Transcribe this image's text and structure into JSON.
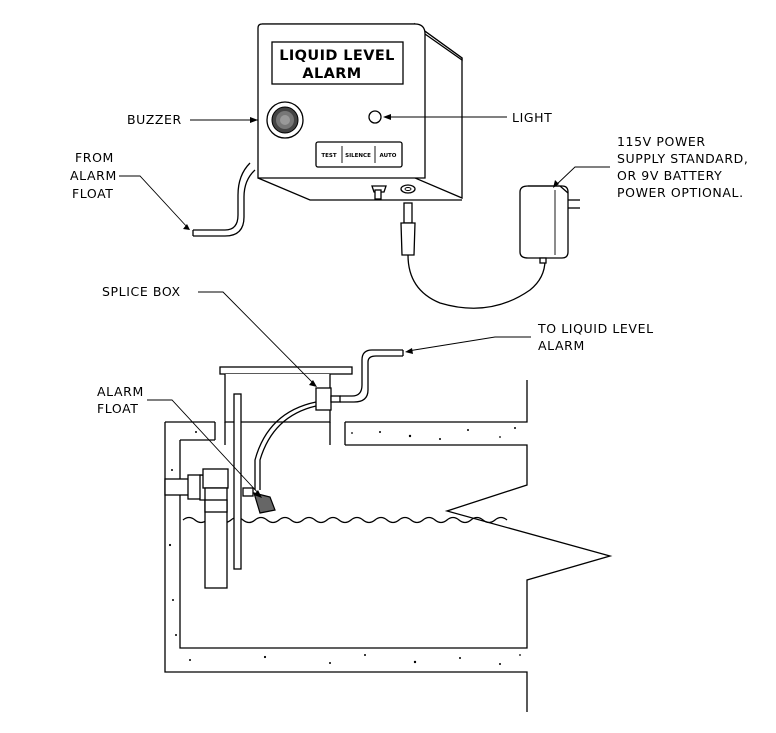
{
  "alarm_unit": {
    "title_line1": "LIQUID LEVEL",
    "title_line2": "ALARM",
    "buttons": [
      "TEST",
      "SILENCE",
      "AUTO"
    ]
  },
  "labels": {
    "buzzer": "BUZZER",
    "light": "LIGHT",
    "from_alarm_float": [
      "FROM",
      "ALARM",
      "FLOAT"
    ],
    "power_supply": [
      "115V POWER",
      "SUPPLY STANDARD,",
      "OR 9V BATTERY",
      "POWER OPTIONAL."
    ],
    "splice_box": "SPLICE BOX",
    "to_liquid_level_alarm": [
      "TO LIQUID LEVEL",
      "ALARM"
    ],
    "alarm_float": [
      "ALARM",
      "FLOAT"
    ]
  }
}
